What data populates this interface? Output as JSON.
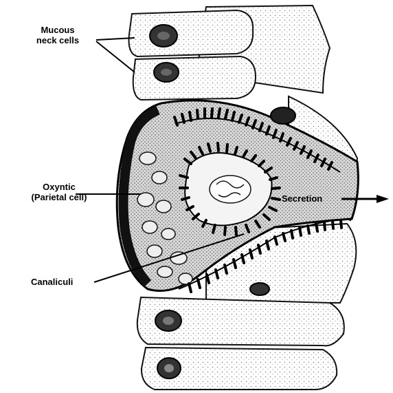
{
  "labels": {
    "mucous_neck_line1": "Mucous",
    "mucous_neck_line2": "neck cells",
    "oxyntic_line1": "Oxyntic",
    "oxyntic_line2": "(Parietal cell)",
    "canaliculi": "Canaliculi",
    "secretion": "Secretion"
  }
}
